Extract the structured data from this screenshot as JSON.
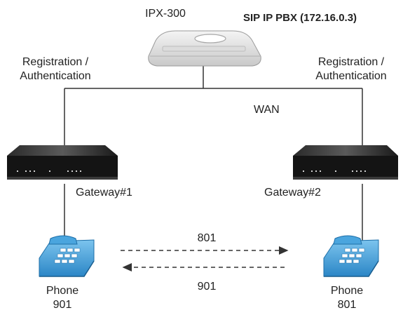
{
  "pbx": {
    "model": "IPX-300",
    "title": "SIP IP PBX (172.16.0.3)"
  },
  "links": {
    "left_line1": "Registration /",
    "left_line2": "Authentication",
    "right_line1": "Registration /",
    "right_line2": "Authentication",
    "wan": "WAN"
  },
  "gateways": [
    {
      "label": "Gateway#1"
    },
    {
      "label": "Gateway#2"
    }
  ],
  "phones": [
    {
      "line1": "Phone",
      "line2": "901"
    },
    {
      "line1": "Phone",
      "line2": "801"
    }
  ],
  "calls": {
    "forward": "801",
    "backward": "901"
  },
  "colors": {
    "line": "#333333",
    "phone": "#3a9ad9",
    "device": "#1c1c1c",
    "pbx": "#e6e6e6"
  }
}
